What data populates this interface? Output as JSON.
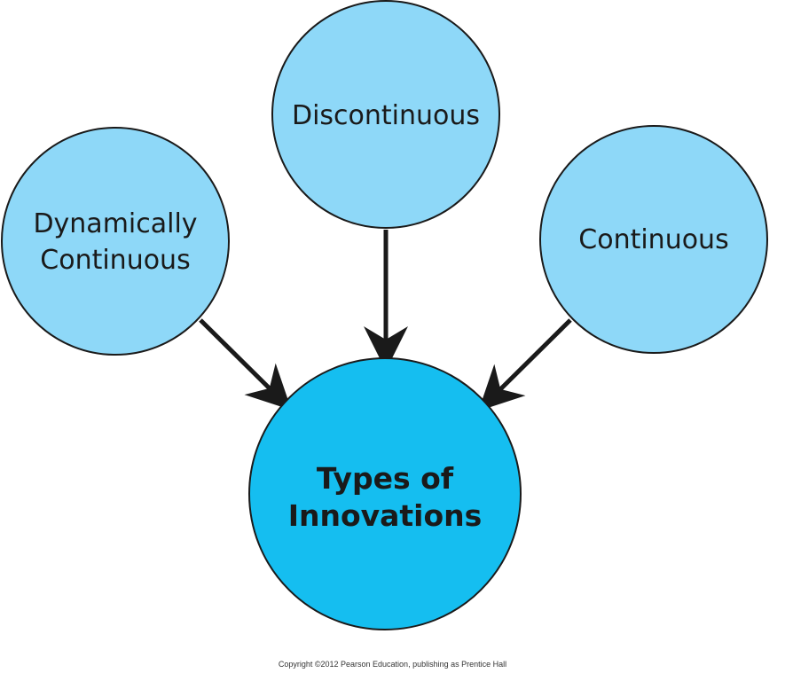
{
  "nodes": {
    "discontinuous": {
      "line1": "Discontinuous"
    },
    "dynamically_continuous": {
      "line1": "Dynamically",
      "line2": "Continuous"
    },
    "continuous": {
      "line1": "Continuous"
    },
    "center": {
      "line1": "Types of",
      "line2": "Innovations"
    }
  },
  "colors": {
    "outer_fill": "#8ed8f8",
    "center_fill": "#15bef0",
    "stroke": "#1a1a1a",
    "arrow": "#1a1a1a"
  },
  "edges": [
    {
      "from": "dynamically_continuous",
      "to": "center"
    },
    {
      "from": "discontinuous",
      "to": "center"
    },
    {
      "from": "continuous",
      "to": "center"
    }
  ],
  "footer": {
    "copyright": "Copyright ©2012 Pearson Education, publishing as Prentice Hall"
  }
}
